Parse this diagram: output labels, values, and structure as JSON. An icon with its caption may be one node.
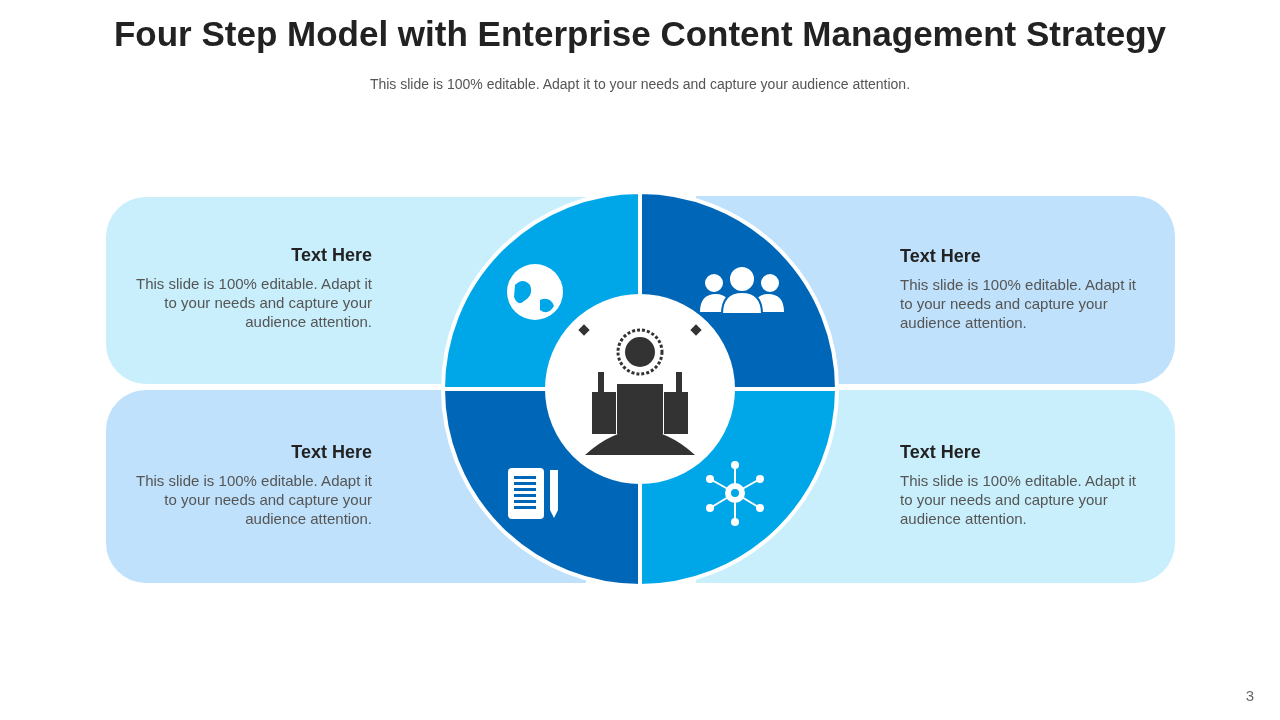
{
  "diagram": {
    "title": "Four Step Model with Enterprise Content Management Strategy",
    "nodes": [
      {
        "text": [
          "Text Here",
          "This slide is 100% editable. Adapt it to your needs and capture your audience attention."
        ]
      },
      {
        "text": [
          "Text Here",
          "This slide is 100% editable. Adapt it to your needs and capture your audience attention."
        ]
      },
      {
        "text": [
          "Text Here",
          "This slide is 100% editable. Adapt it to your needs and capture your audience attention."
        ]
      },
      {
        "text": [
          "Text Here",
          "This slide is 100% editable. Adapt it to your needs and capture your audience attention."
        ]
      }
    ],
    "labels": [
      "This slide is 100% editable. Adapt it to your needs and capture your audience attention.",
      "3"
    ]
  }
}
